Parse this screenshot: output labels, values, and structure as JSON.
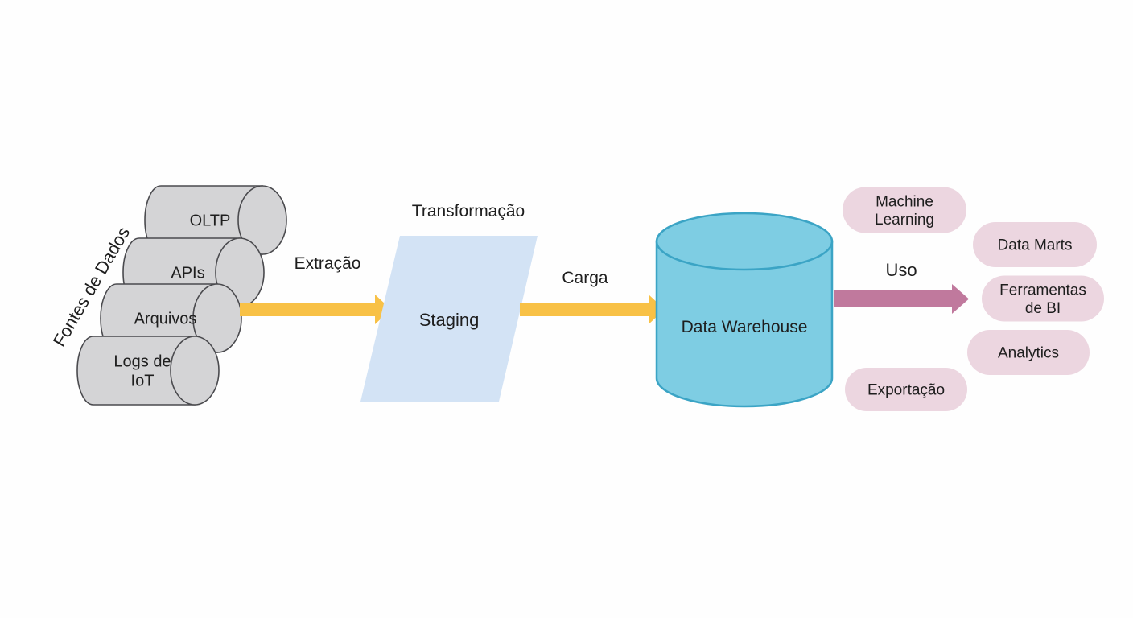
{
  "sources": {
    "title": "Fontes de Dados",
    "items": [
      {
        "lines": [
          "OLTP"
        ]
      },
      {
        "lines": [
          "APIs"
        ]
      },
      {
        "lines": [
          "Arquivos"
        ]
      },
      {
        "lines": [
          "Logs de",
          "IoT"
        ]
      }
    ]
  },
  "steps": {
    "extract": "Extração",
    "transform": "Transformação",
    "staging": "Staging",
    "load": "Carga",
    "warehouse": "Data Warehouse",
    "use": "Uso"
  },
  "uses": [
    {
      "lines": [
        "Machine",
        "Learning"
      ]
    },
    {
      "lines": [
        "Data Marts"
      ]
    },
    {
      "lines": [
        "Ferramentas",
        "de BI"
      ]
    },
    {
      "lines": [
        "Analytics"
      ]
    },
    {
      "lines": [
        "Exportação"
      ]
    }
  ],
  "colors": {
    "source_fill": "#d4d4d6",
    "source_stroke": "#4a4a4e",
    "etl_arrow": "#f8c146",
    "staging_fill": "#d3e3f5",
    "warehouse_fill": "#7ecde3",
    "warehouse_stroke": "#3ba4c5",
    "use_arrow": "#c0799d",
    "use_pill": "#ecd6e0"
  }
}
